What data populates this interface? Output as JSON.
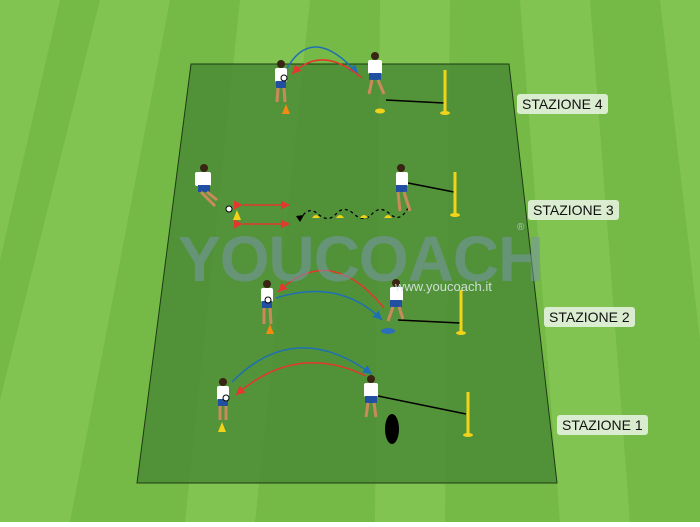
{
  "stations": [
    {
      "label": "STAZIONE 4"
    },
    {
      "label": "STAZIONE 3"
    },
    {
      "label": "STAZIONE 2"
    },
    {
      "label": "STAZIONE 1"
    }
  ],
  "watermark": {
    "brand": "YOUCOACH",
    "url": "www.youcoach.it",
    "reg": "®"
  },
  "colors": {
    "grass_light": "#7cbf4b",
    "grass_dark": "#69ad3c",
    "field": "#4f8f37",
    "pass_blue": "#1f6fb4",
    "pass_red": "#e2382d",
    "cone": "#f3d31a"
  }
}
